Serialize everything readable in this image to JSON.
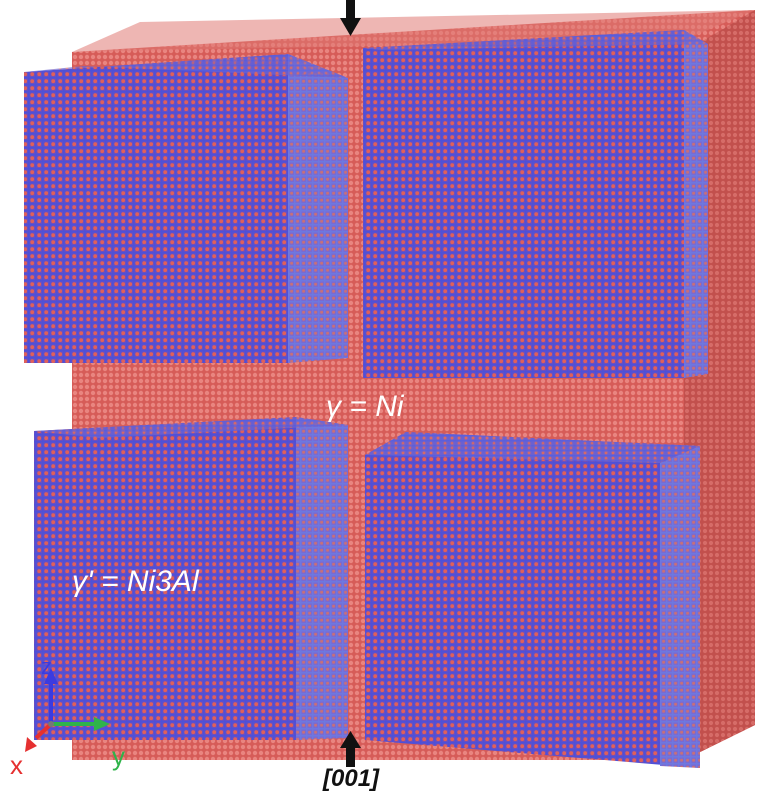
{
  "labels": {
    "matrix": "γ = Ni",
    "precipitate": "γ' = Ni3Al",
    "direction": "[001]"
  },
  "axes": {
    "x": "x",
    "y": "y",
    "z": "z"
  },
  "colors": {
    "matrix_atoms": "#d85f5b",
    "precipitate_blue": "#4f50d6",
    "precipitate_red": "#e0605a",
    "arrow": "#111111",
    "axis_x": "#e53030",
    "axis_y": "#2fb34a",
    "axis_z": "#3b3be0"
  }
}
